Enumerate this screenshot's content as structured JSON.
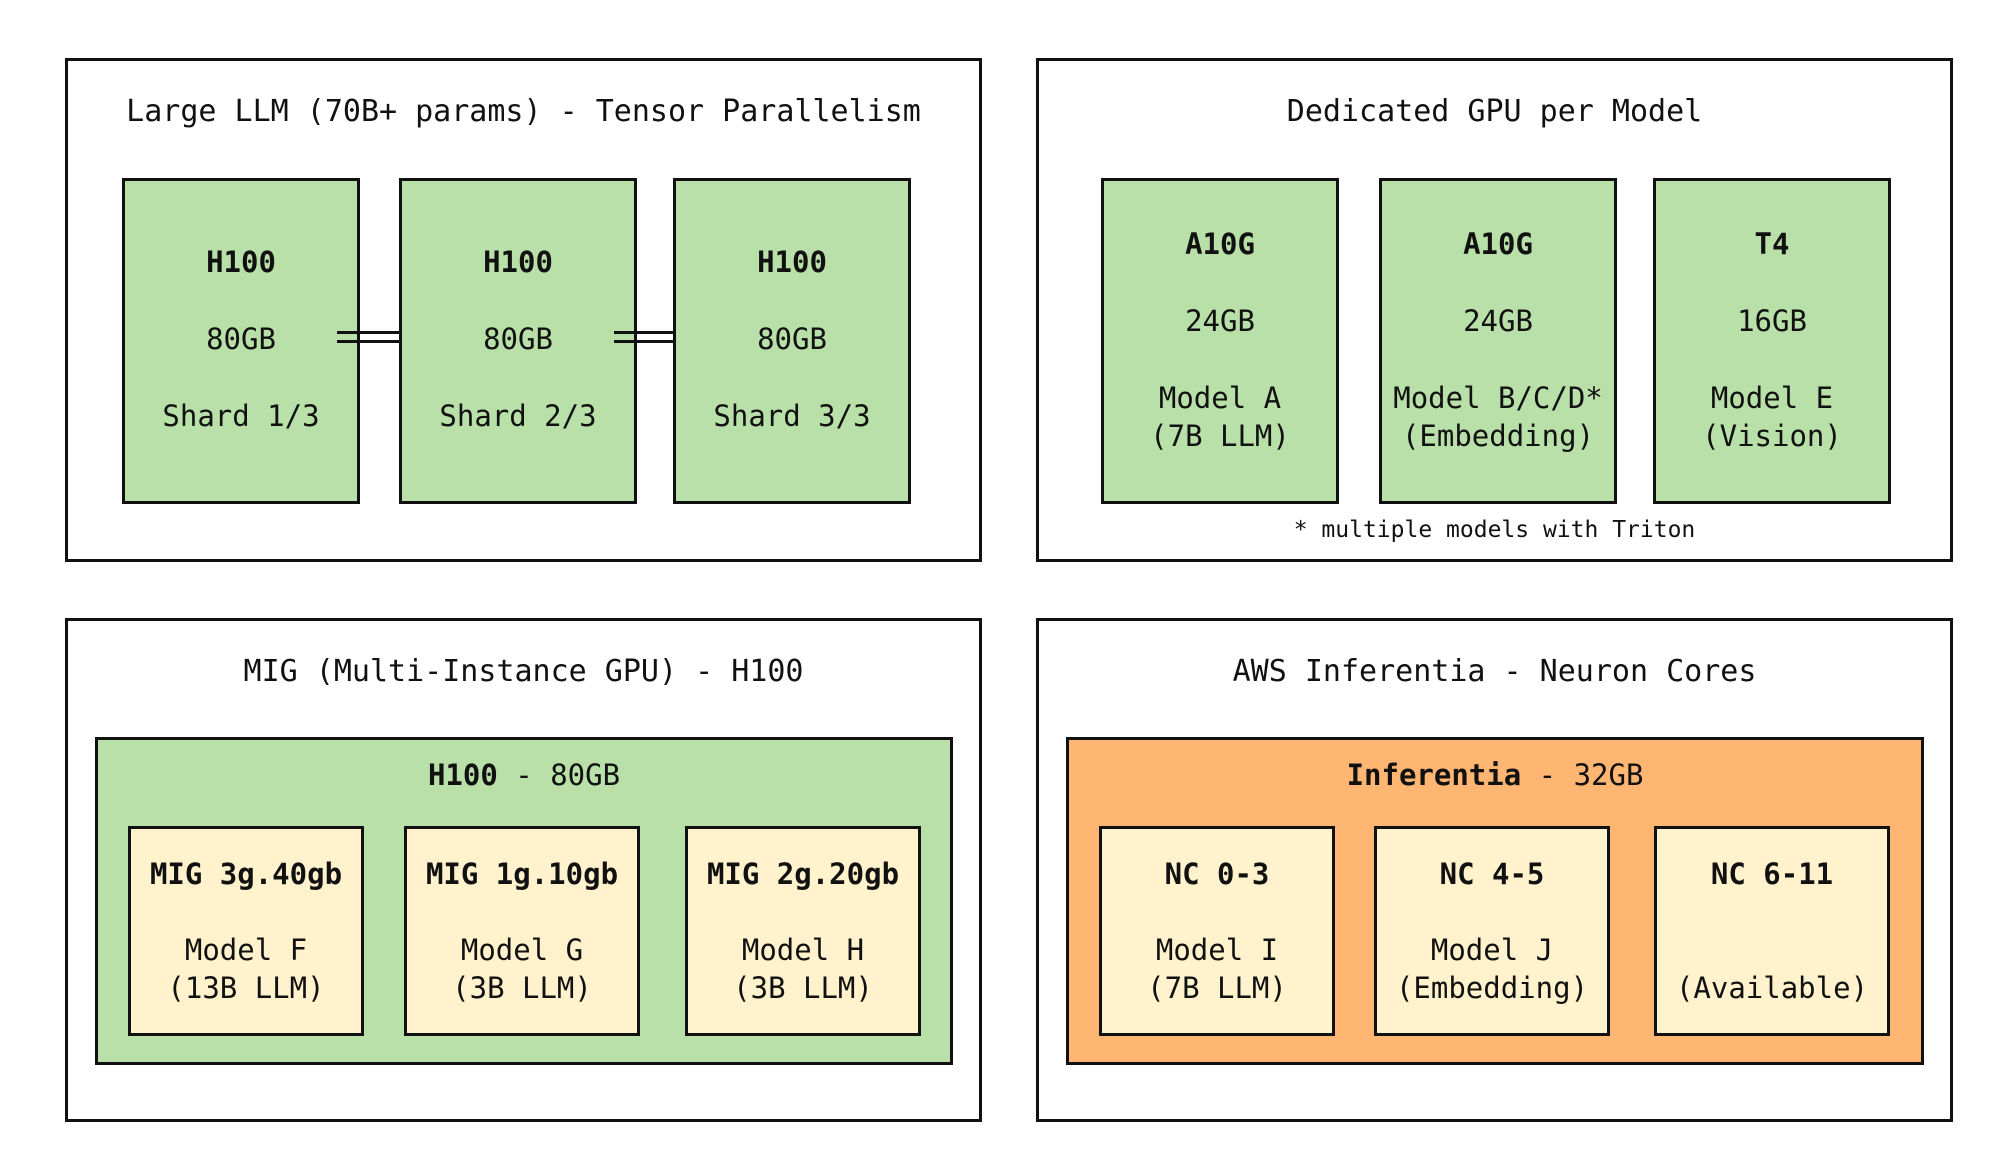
{
  "tensor": {
    "title": "Large LLM (70B+ params) - Tensor Parallelism",
    "gpus": [
      {
        "name": "H100",
        "mem": "80GB",
        "shard": "Shard 1/3"
      },
      {
        "name": "H100",
        "mem": "80GB",
        "shard": "Shard 2/3"
      },
      {
        "name": "H100",
        "mem": "80GB",
        "shard": "Shard 3/3"
      }
    ]
  },
  "dedicated": {
    "title": "Dedicated GPU per Model",
    "gpus": [
      {
        "name": "A10G",
        "mem": "24GB",
        "model": "Model A",
        "detail": "(7B LLM)"
      },
      {
        "name": "A10G",
        "mem": "24GB",
        "model": "Model B/C/D*",
        "detail": "(Embedding)"
      },
      {
        "name": "T4",
        "mem": "16GB",
        "model": "Model E",
        "detail": "(Vision)"
      }
    ],
    "footnote": "* multiple models with Triton"
  },
  "mig": {
    "title": "MIG (Multi-Instance GPU) - H100",
    "container_name": "H100",
    "container_mem": " - 80GB",
    "instances": [
      {
        "name": "MIG 3g.40gb",
        "model": "Model F",
        "detail": "(13B LLM)"
      },
      {
        "name": "MIG 1g.10gb",
        "model": "Model G",
        "detail": "(3B LLM)"
      },
      {
        "name": "MIG 2g.20gb",
        "model": "Model H",
        "detail": "(3B LLM)"
      }
    ]
  },
  "inferentia": {
    "title": "AWS Inferentia - Neuron Cores",
    "container_name": "Inferentia",
    "container_mem": " - 32GB",
    "cores": [
      {
        "name": "NC 0-3",
        "model": "Model I",
        "detail": "(7B LLM)"
      },
      {
        "name": "NC 4-5",
        "model": "Model J",
        "detail": "(Embedding)"
      },
      {
        "name": "NC 6-11",
        "model": "",
        "detail": "(Available)"
      }
    ]
  },
  "colors": {
    "green": "#b8e0a8",
    "cream": "#fff2cc",
    "orange": "#ffb673",
    "stroke": "#111111"
  }
}
